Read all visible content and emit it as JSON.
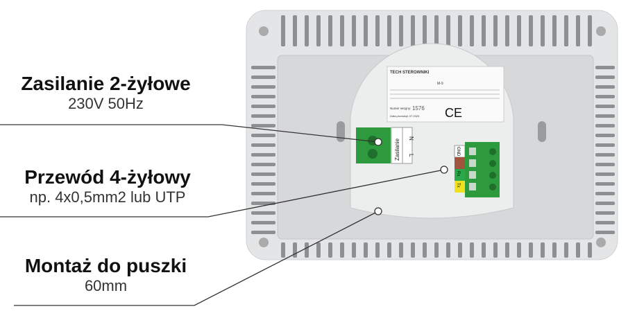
{
  "callouts": [
    {
      "title": "Zasilanie 2-żyłowe",
      "subtitle": "230V 50Hz"
    },
    {
      "title": "Przewód 4-żyłowy",
      "subtitle": "np. 4x0,5mm2 lub UTP"
    },
    {
      "title": "Montaż do puszki",
      "subtitle": "60mm"
    }
  ],
  "device": {
    "brand": "TECH STEROWNIKI",
    "model": "M-9",
    "serial_label": "Numer seryjny:",
    "serial": "1576",
    "date_label": "Data produkcji: 07.2020",
    "ce": "CE",
    "power_terminal_label": "Zasilanie",
    "power_pins": [
      "N",
      "L"
    ],
    "bus_pins": [
      "GND",
      "",
      "Rx",
      "Tx"
    ],
    "colors": {
      "terminal": "#2e9a3e",
      "gnd": "#ffffff",
      "brown": "#a0533f",
      "rx": "#2aa84a",
      "tx": "#f0e020",
      "body": "#e6e7e9"
    }
  }
}
